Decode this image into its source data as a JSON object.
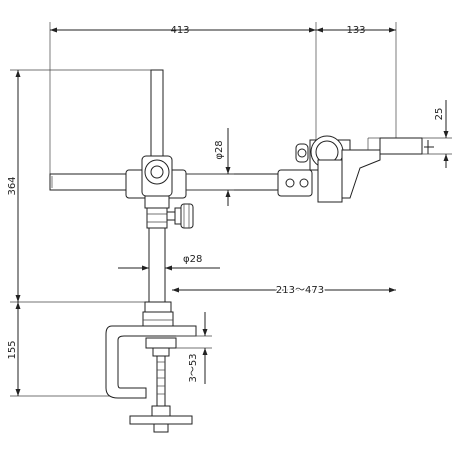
{
  "dimensions": {
    "arm_length": "413",
    "head_offset": "133",
    "head_height": "25",
    "arm_diameter": "φ28",
    "pole_diameter": "φ28",
    "reach_range": "213～473",
    "total_height": "364",
    "clamp_height": "155",
    "clamp_range": "3～53"
  }
}
